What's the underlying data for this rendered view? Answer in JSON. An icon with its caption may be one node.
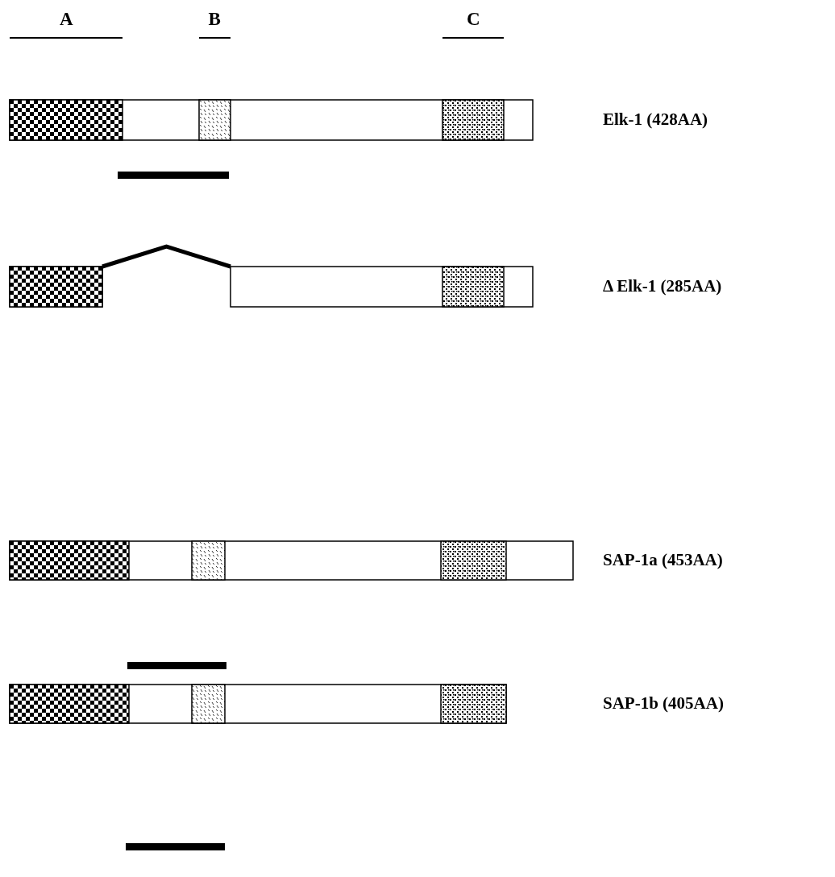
{
  "diagram": {
    "nodes": [
      {
        "text": [],
        "shape": "bar"
      },
      {
        "text": [],
        "shape": "bar"
      },
      {
        "text": [],
        "shape": "bar"
      },
      {
        "text": [],
        "shape": "bar"
      },
      {
        "text": [],
        "shape": "bar"
      }
    ],
    "edges": [
      {
        "from": 1,
        "to": 2,
        "arrow": "none"
      }
    ],
    "labels": [
      "A",
      "B",
      "C",
      "Elk-1 (428AA)",
      "Δ Elk-1 (285AA)",
      "SAP-1a (453AA)",
      "SAP-1b (405AA)"
    ]
  }
}
